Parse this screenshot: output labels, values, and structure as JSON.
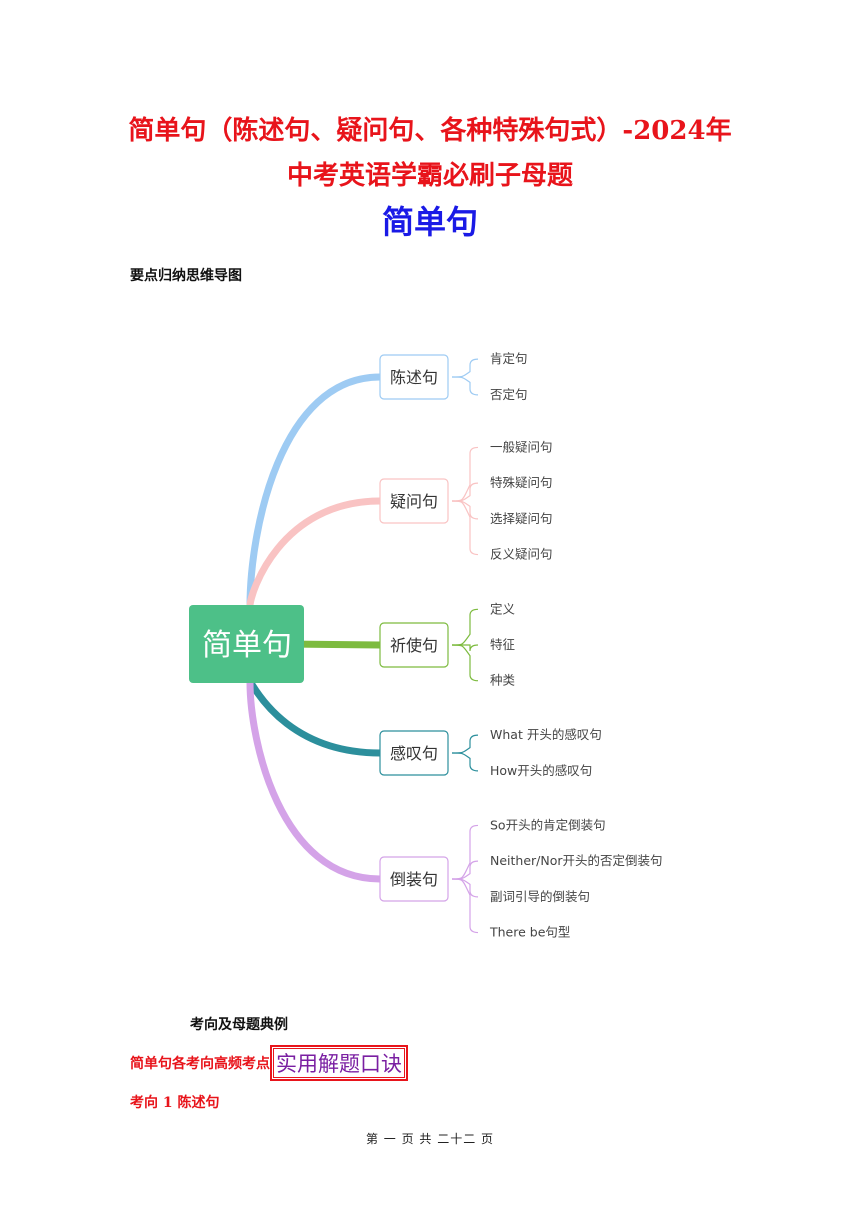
{
  "title_line1": "简单句（陈述句、疑问句、各种特殊句式）-2024年",
  "title_line2": "中考英语学霸必刷子母题",
  "subtitle": "简单句",
  "mindmap_heading": "要点归纳思维导图",
  "mindmap": {
    "root": "简单句",
    "branches": [
      {
        "label": "陈述句",
        "color": "#9ecbf3",
        "children": [
          "肯定句",
          "否定句"
        ]
      },
      {
        "label": "疑问句",
        "color": "#f9c3c3",
        "children": [
          "一般疑问句",
          "特殊疑问句",
          "选择疑问句",
          "反义疑问句"
        ]
      },
      {
        "label": "祈使句",
        "color": "#7dbb3f",
        "children": [
          "定义",
          "特征",
          "种类"
        ]
      },
      {
        "label": "感叹句",
        "color": "#2c8f9c",
        "children": [
          "What 开头的感叹句",
          "How开头的感叹句"
        ]
      },
      {
        "label": "倒装句",
        "color": "#d4a3e8",
        "children": [
          "So开头的肯定倒装句",
          "Neither/Nor开头的否定倒装句",
          "副词引导的倒装句",
          "There be句型"
        ]
      }
    ]
  },
  "examples_heading": "考向及母题典例",
  "high_freq_label": "简单句各考向高频考点",
  "practical_tip": "实用解题口诀",
  "direction1": "考向 1  陈述句",
  "footer": "第 一 页 共 二十二 页"
}
